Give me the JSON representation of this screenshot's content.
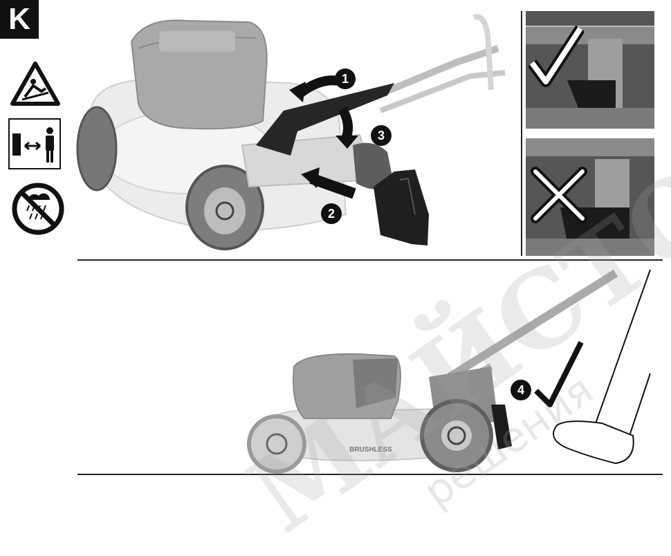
{
  "section_letter": "K",
  "steps": {
    "one": "1",
    "two": "2",
    "three": "3",
    "four": "4"
  },
  "product_labels": {
    "brushless": "BRUSHLESS"
  },
  "watermark": {
    "main": "МАЙСТОР",
    "sub": "решения"
  },
  "icons": {
    "warning": "falling-hazard-warning-icon",
    "distance": "keep-distance-icon",
    "rain": "no-rain-icon",
    "check": "checkmark-icon",
    "wrong": "cross-icon"
  }
}
